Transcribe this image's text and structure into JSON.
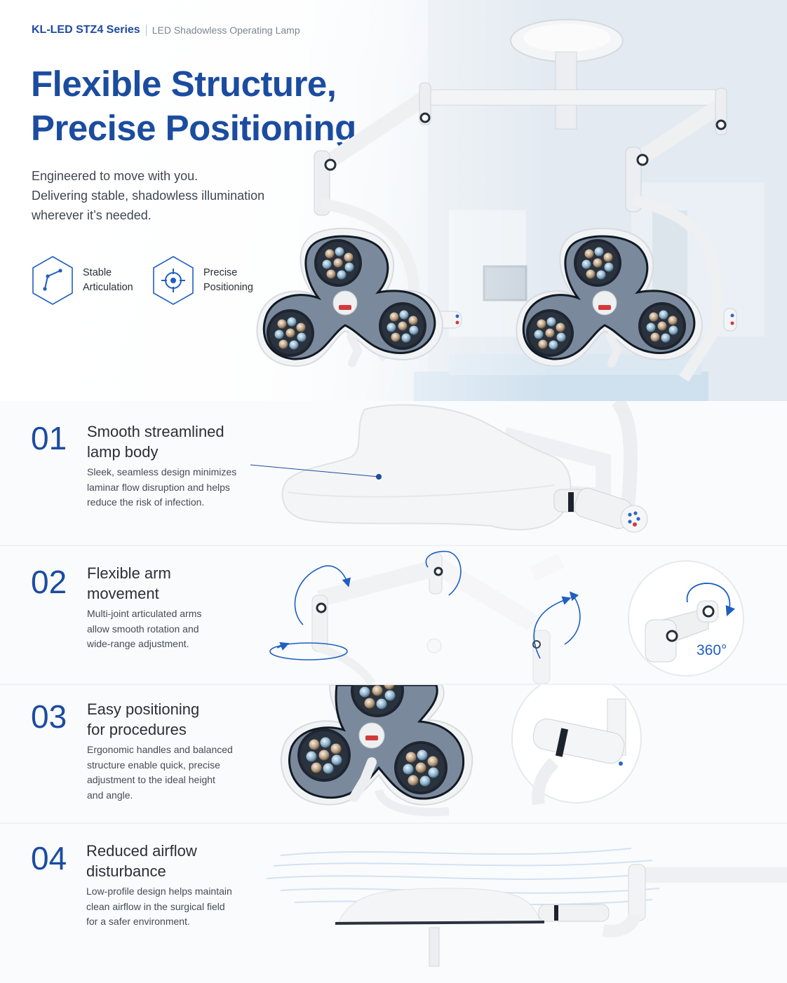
{
  "header": {
    "series": "KL-LED STZ4 Series",
    "product": "LED Shadowless Operating Lamp"
  },
  "hero": {
    "title_lines": [
      "Flexible Structure,",
      "Precise Positioning"
    ],
    "desc_lines": [
      "Engineered to move with you.",
      "Delivering stable, shadowless illumination",
      "wherever it’s needed."
    ],
    "features": [
      {
        "icon": "articulation-icon",
        "lines": [
          "Stable",
          "Articulation"
        ]
      },
      {
        "icon": "crosshair-icon",
        "lines": [
          "Precise",
          "Positioning"
        ]
      }
    ]
  },
  "sections": [
    {
      "num": "01",
      "title_lines": [
        "Smooth streamlined",
        "lamp body"
      ],
      "desc_lines": [
        "Sleek, seamless design minimizes",
        "laminar flow disruption and helps",
        "reduce the risk of infection."
      ]
    },
    {
      "num": "02",
      "title_lines": [
        "Flexible arm",
        "movement"
      ],
      "desc_lines": [
        "Multi-joint articulated arms",
        "allow smooth rotation and",
        "wide-range adjustment."
      ],
      "badge": "360°"
    },
    {
      "num": "03",
      "title_lines": [
        "Easy positioning",
        "for procedures"
      ],
      "desc_lines": [
        "Ergonomic handles and balanced",
        "structure enable quick, precise",
        "adjustment to the ideal height",
        "and angle."
      ]
    },
    {
      "num": "04",
      "title_lines": [
        "Reduced airflow",
        "disturbance"
      ],
      "desc_lines": [
        "Low-profile design helps maintain",
        "clean airflow in the surgical field",
        "for a safer environment."
      ]
    }
  ],
  "colors": {
    "brand": "#1b4c9f",
    "accent": "#1f5fc0",
    "lamp_face": "#6f7f91",
    "body": "#f3f4f6"
  }
}
